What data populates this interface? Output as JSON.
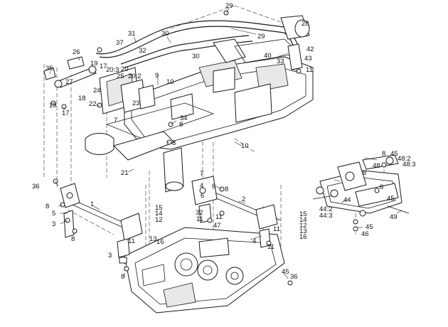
{
  "diagram": {
    "callouts": [
      "29",
      "28",
      "31",
      "30",
      "37",
      "32",
      "29",
      "30",
      "26",
      "40",
      "33",
      "42",
      "43",
      "35",
      "19",
      "17",
      "20:3",
      "20",
      "20:2",
      "25",
      "24",
      "9",
      "10",
      "11",
      "27",
      "18",
      "19",
      "17",
      "22",
      "23",
      "34",
      "8",
      "7",
      "8",
      "10",
      "21",
      "7",
      "36",
      "8",
      "5",
      "3",
      "8",
      "1",
      "2",
      "6",
      "8",
      "4",
      "8",
      "15",
      "14",
      "12",
      "32",
      "11",
      "11",
      "47",
      "13",
      "16",
      "11",
      "3",
      "8",
      "15",
      "14",
      "12",
      "11",
      "13",
      "16",
      "4",
      "11",
      "8",
      "45",
      "48:2",
      "48:3",
      "48",
      "8",
      "8",
      "45",
      "44:2",
      "44:3",
      "44",
      "49",
      "45",
      "46",
      "45",
      "36"
    ]
  }
}
